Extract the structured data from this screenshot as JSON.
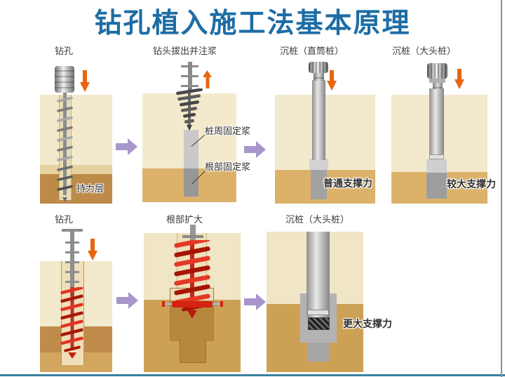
{
  "title": "钻孔植入施工法基本原理",
  "colors": {
    "title_blue": "#1d6da5",
    "soil_light": "#f3e9cd",
    "soil_mid_tan": "#e6d2a0",
    "soil_band_tan": "#dcb26a",
    "soil_bearing_brown": "#bd8a49",
    "soil_bottom_dark": "#cf9f53",
    "arrow_orange": "#e8650f",
    "arrow_purple": "#a895cc",
    "auger_red": "#d92c18",
    "pile_gray": "#b5b5b5",
    "grout_light": "#c9c9c9",
    "grout_dark": "#979797"
  },
  "top_row": {
    "stages": [
      {
        "label": "钻孔",
        "layer_label": "持力层"
      },
      {
        "label": "钻头拔出并注浆",
        "annotation_side": "桩周固定浆",
        "annotation_root": "根部固定浆"
      },
      {
        "label": "沉桩（直筒桩）",
        "force_label": "普通支撑力"
      },
      {
        "label": "沉桩（大头桩）",
        "force_label": "较大支撑力"
      }
    ]
  },
  "bottom_row": {
    "stages": [
      {
        "label": "钻孔"
      },
      {
        "label": "根部扩大"
      },
      {
        "label": "沉桩（大头桩）",
        "force_label": "更大支撑力"
      }
    ]
  }
}
